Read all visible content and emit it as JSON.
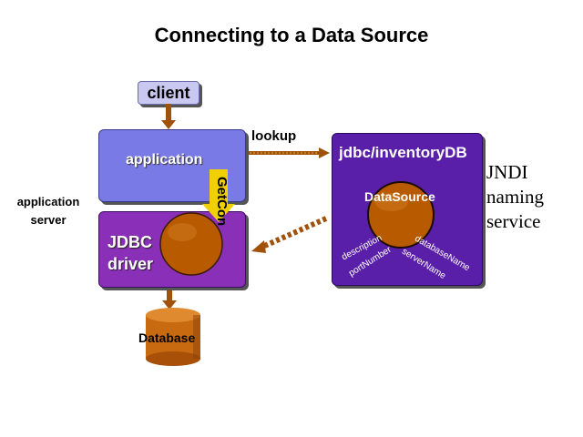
{
  "title": "Connecting to a Data Source",
  "nodes": {
    "client": "client",
    "application": "application",
    "jdbc_driver": [
      "JDBC",
      "driver"
    ],
    "database": "Database",
    "jndi_entry": "jdbc/inventoryDB",
    "datasource": "DataSource"
  },
  "datasource_properties": [
    "description",
    "portNumber",
    "serverName",
    "databaseName"
  ],
  "labels": {
    "application_server": [
      "application",
      "server"
    ],
    "jndi_naming_service": [
      "JNDI",
      "naming",
      "service"
    ],
    "lookup": "lookup",
    "getcon": "GetCon"
  },
  "colors": {
    "client_fill": "#c8c8f0",
    "application_fill": "#7a7ae6",
    "driver_fill": "#8a2fb8",
    "jndi_fill": "#5a1fa8",
    "orange": "#b85a00",
    "arrow": "#a0520a",
    "getcon_arrow": "#f0d000"
  }
}
